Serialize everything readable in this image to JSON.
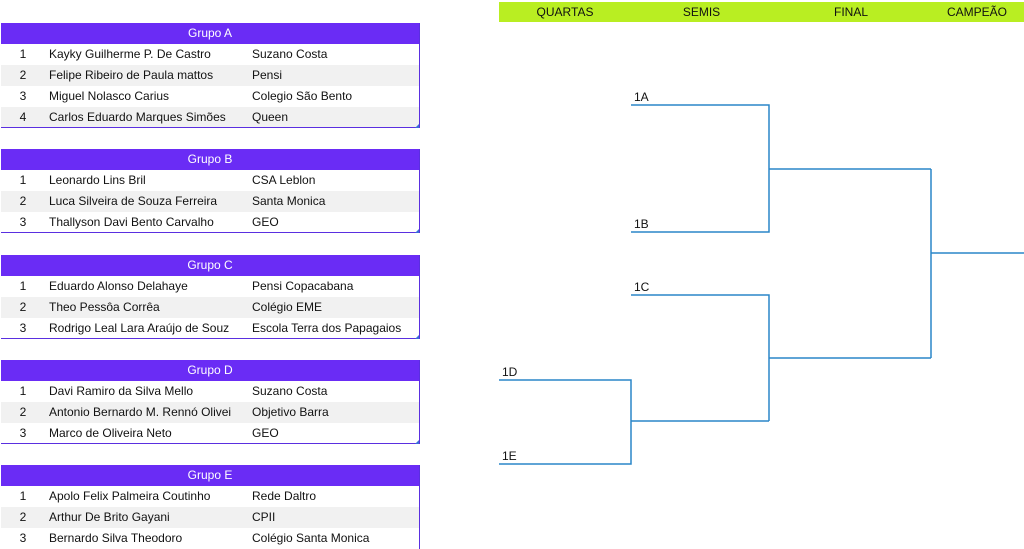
{
  "groups": [
    {
      "title": "Grupo A",
      "players": [
        {
          "pos": "1",
          "name": "Kayky Guilherme P. De Castro",
          "school": "Suzano Costa"
        },
        {
          "pos": "2",
          "name": "Felipe Ribeiro de Paula mattos",
          "school": "Pensi"
        },
        {
          "pos": "3",
          "name": "Miguel Nolasco Carius",
          "school": "Colegio São Bento"
        },
        {
          "pos": "4",
          "name": "Carlos Eduardo Marques Simões",
          "school": "Queen"
        }
      ]
    },
    {
      "title": "Grupo B",
      "players": [
        {
          "pos": "1",
          "name": "Leonardo Lins Bril",
          "school": "CSA Leblon"
        },
        {
          "pos": "2",
          "name": "Luca Silveira de Souza Ferreira",
          "school": "Santa Monica"
        },
        {
          "pos": "3",
          "name": "Thallyson Davi Bento Carvalho",
          "school": "GEO"
        }
      ]
    },
    {
      "title": "Grupo C",
      "players": [
        {
          "pos": "1",
          "name": "Eduardo Alonso Delahaye",
          "school": "Pensi Copacabana"
        },
        {
          "pos": "2",
          "name": "Theo Pessôa Corrêa",
          "school": "Colégio EME"
        },
        {
          "pos": "3",
          "name": "Rodrigo Leal Lara Araújo de Souz",
          "school": "Escola Terra dos Papagaios"
        }
      ]
    },
    {
      "title": "Grupo D",
      "players": [
        {
          "pos": "1",
          "name": "Davi Ramiro da Silva Mello",
          "school": "Suzano Costa"
        },
        {
          "pos": "2",
          "name": "Antonio Bernardo M. Rennó Olivei",
          "school": "Objetivo Barra"
        },
        {
          "pos": "3",
          "name": "Marco de Oliveira Neto",
          "school": "GEO"
        }
      ]
    },
    {
      "title": "Grupo E",
      "players": [
        {
          "pos": "1",
          "name": "Apolo Felix Palmeira Coutinho",
          "school": "Rede Daltro"
        },
        {
          "pos": "2",
          "name": "Arthur De Brito Gayani",
          "school": "CPII"
        },
        {
          "pos": "3",
          "name": "Bernardo Silva Theodoro",
          "school": "Colégio Santa Monica"
        }
      ]
    }
  ],
  "stages": [
    "QUARTAS",
    "SEMIS",
    "FINAL",
    "CAMPEÃO"
  ],
  "slots": [
    "1A",
    "1B",
    "1C",
    "1D",
    "1E"
  ],
  "colors": {
    "group_header": "#6a2cf5",
    "stage_bar": "#b9ee22",
    "bracket_line": "#2a86c8"
  }
}
